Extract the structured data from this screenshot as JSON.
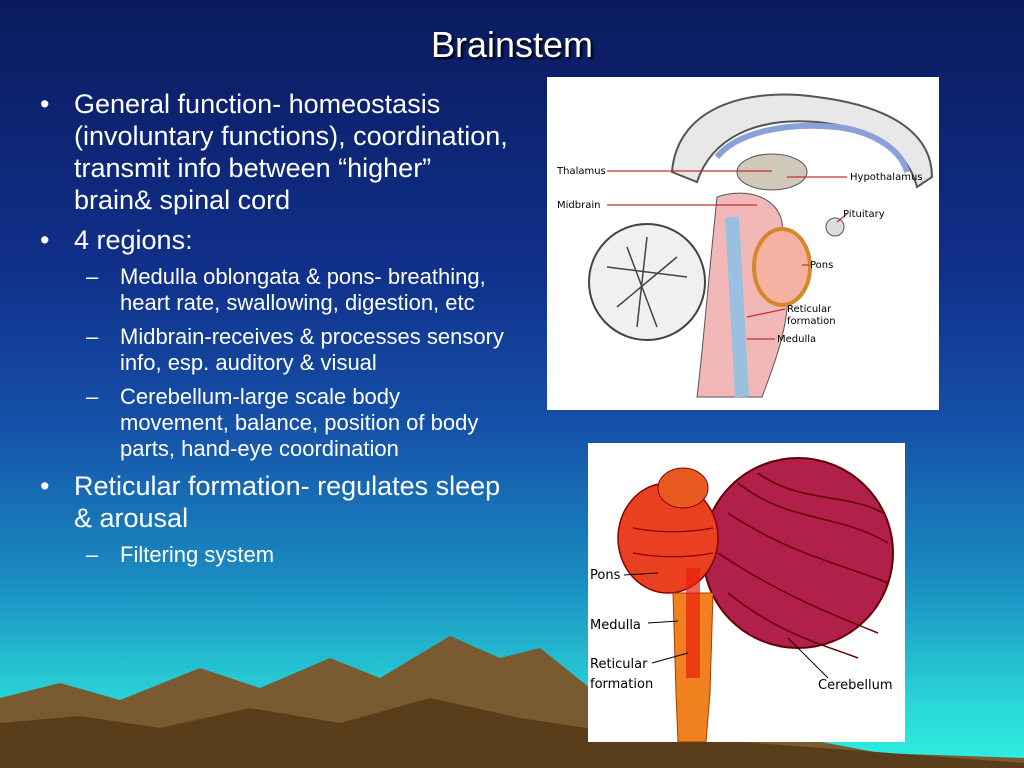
{
  "slide": {
    "title": "Brainstem",
    "bullets": [
      {
        "level": 1,
        "text": "General function- homeostasis (involuntary functions), coordination, transmit info between “higher” brain& spinal cord"
      },
      {
        "level": 1,
        "text": "4 regions:"
      },
      {
        "level": 2,
        "text": "Medulla oblongata & pons- breathing, heart rate, swallowing, digestion, etc"
      },
      {
        "level": 2,
        "text": "Midbrain-receives & processes sensory info, esp. auditory & visual"
      },
      {
        "level": 2,
        "text": "Cerebellum-large scale body movement, balance, position of body parts, hand-eye coordination"
      },
      {
        "level": 1,
        "text": "Reticular formation- regulates sleep & arousal"
      },
      {
        "level": 2,
        "text": "Filtering system"
      }
    ],
    "bullet_symbol_l1": "•",
    "bullet_symbol_l2": "–"
  },
  "figure1": {
    "labels": {
      "thalamus": "Thalamus",
      "midbrain": "Midbrain",
      "hypothalamus": "Hypothalamus",
      "pituitary": "Pituitary",
      "pons": "Pons",
      "reticular1": "Reticular",
      "reticular2": "formation",
      "medulla": "Medulla"
    }
  },
  "figure2": {
    "labels": {
      "pons": "Pons",
      "medulla": "Medulla",
      "reticular1": "Reticular",
      "reticular2": "formation",
      "cerebellum": "Cerebellum"
    }
  },
  "colors": {
    "title_text": "#ffffff",
    "body_text": "#ffffff"
  }
}
